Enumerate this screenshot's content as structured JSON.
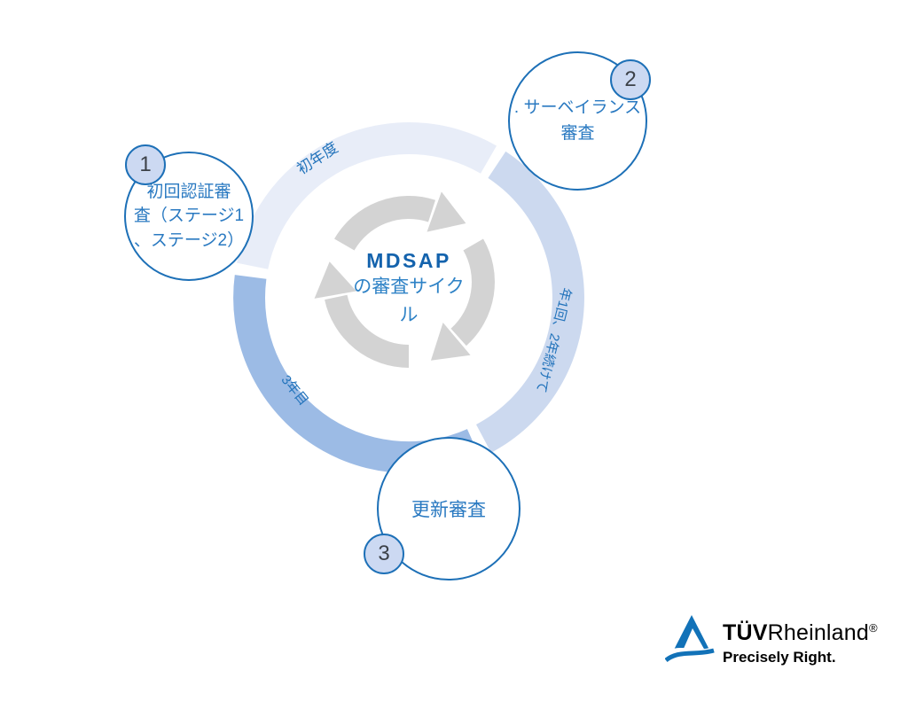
{
  "diagram": {
    "center": {
      "title": "MDSAP",
      "subtitle": "の審査サイクル",
      "subtitle_lines": [
        "の審査サイク",
        "ル"
      ]
    },
    "ring": {
      "labels": {
        "first_year": "初年度",
        "surveillance_period": "年1回、2年続けて",
        "third_year": "3年目"
      },
      "colors": {
        "first_year": "#e8edf8",
        "surveillance": "#ccd9ef",
        "third_year": "#9cbbe5"
      }
    },
    "nodes": [
      {
        "number": "1",
        "label": "初回認証審査（ステージ1、ステージ2）",
        "lines": [
          "初回認証審",
          "査（ステージ1",
          "、ステージ2）"
        ]
      },
      {
        "number": "2",
        "label": ". サーベイランス審査",
        "lines": [
          ". サーベイランス",
          "審査"
        ]
      },
      {
        "number": "3",
        "label": "更新審査",
        "lines": [
          "更新審査"
        ]
      }
    ],
    "accent_color": "#1d70b7",
    "arrow_color": "#d3d3d3"
  },
  "logo": {
    "brand_bold": "TÜV",
    "brand_regular": "Rheinland",
    "registered_mark": "®",
    "tagline": "Precisely Right.",
    "brand_blue": "#1272b8"
  }
}
